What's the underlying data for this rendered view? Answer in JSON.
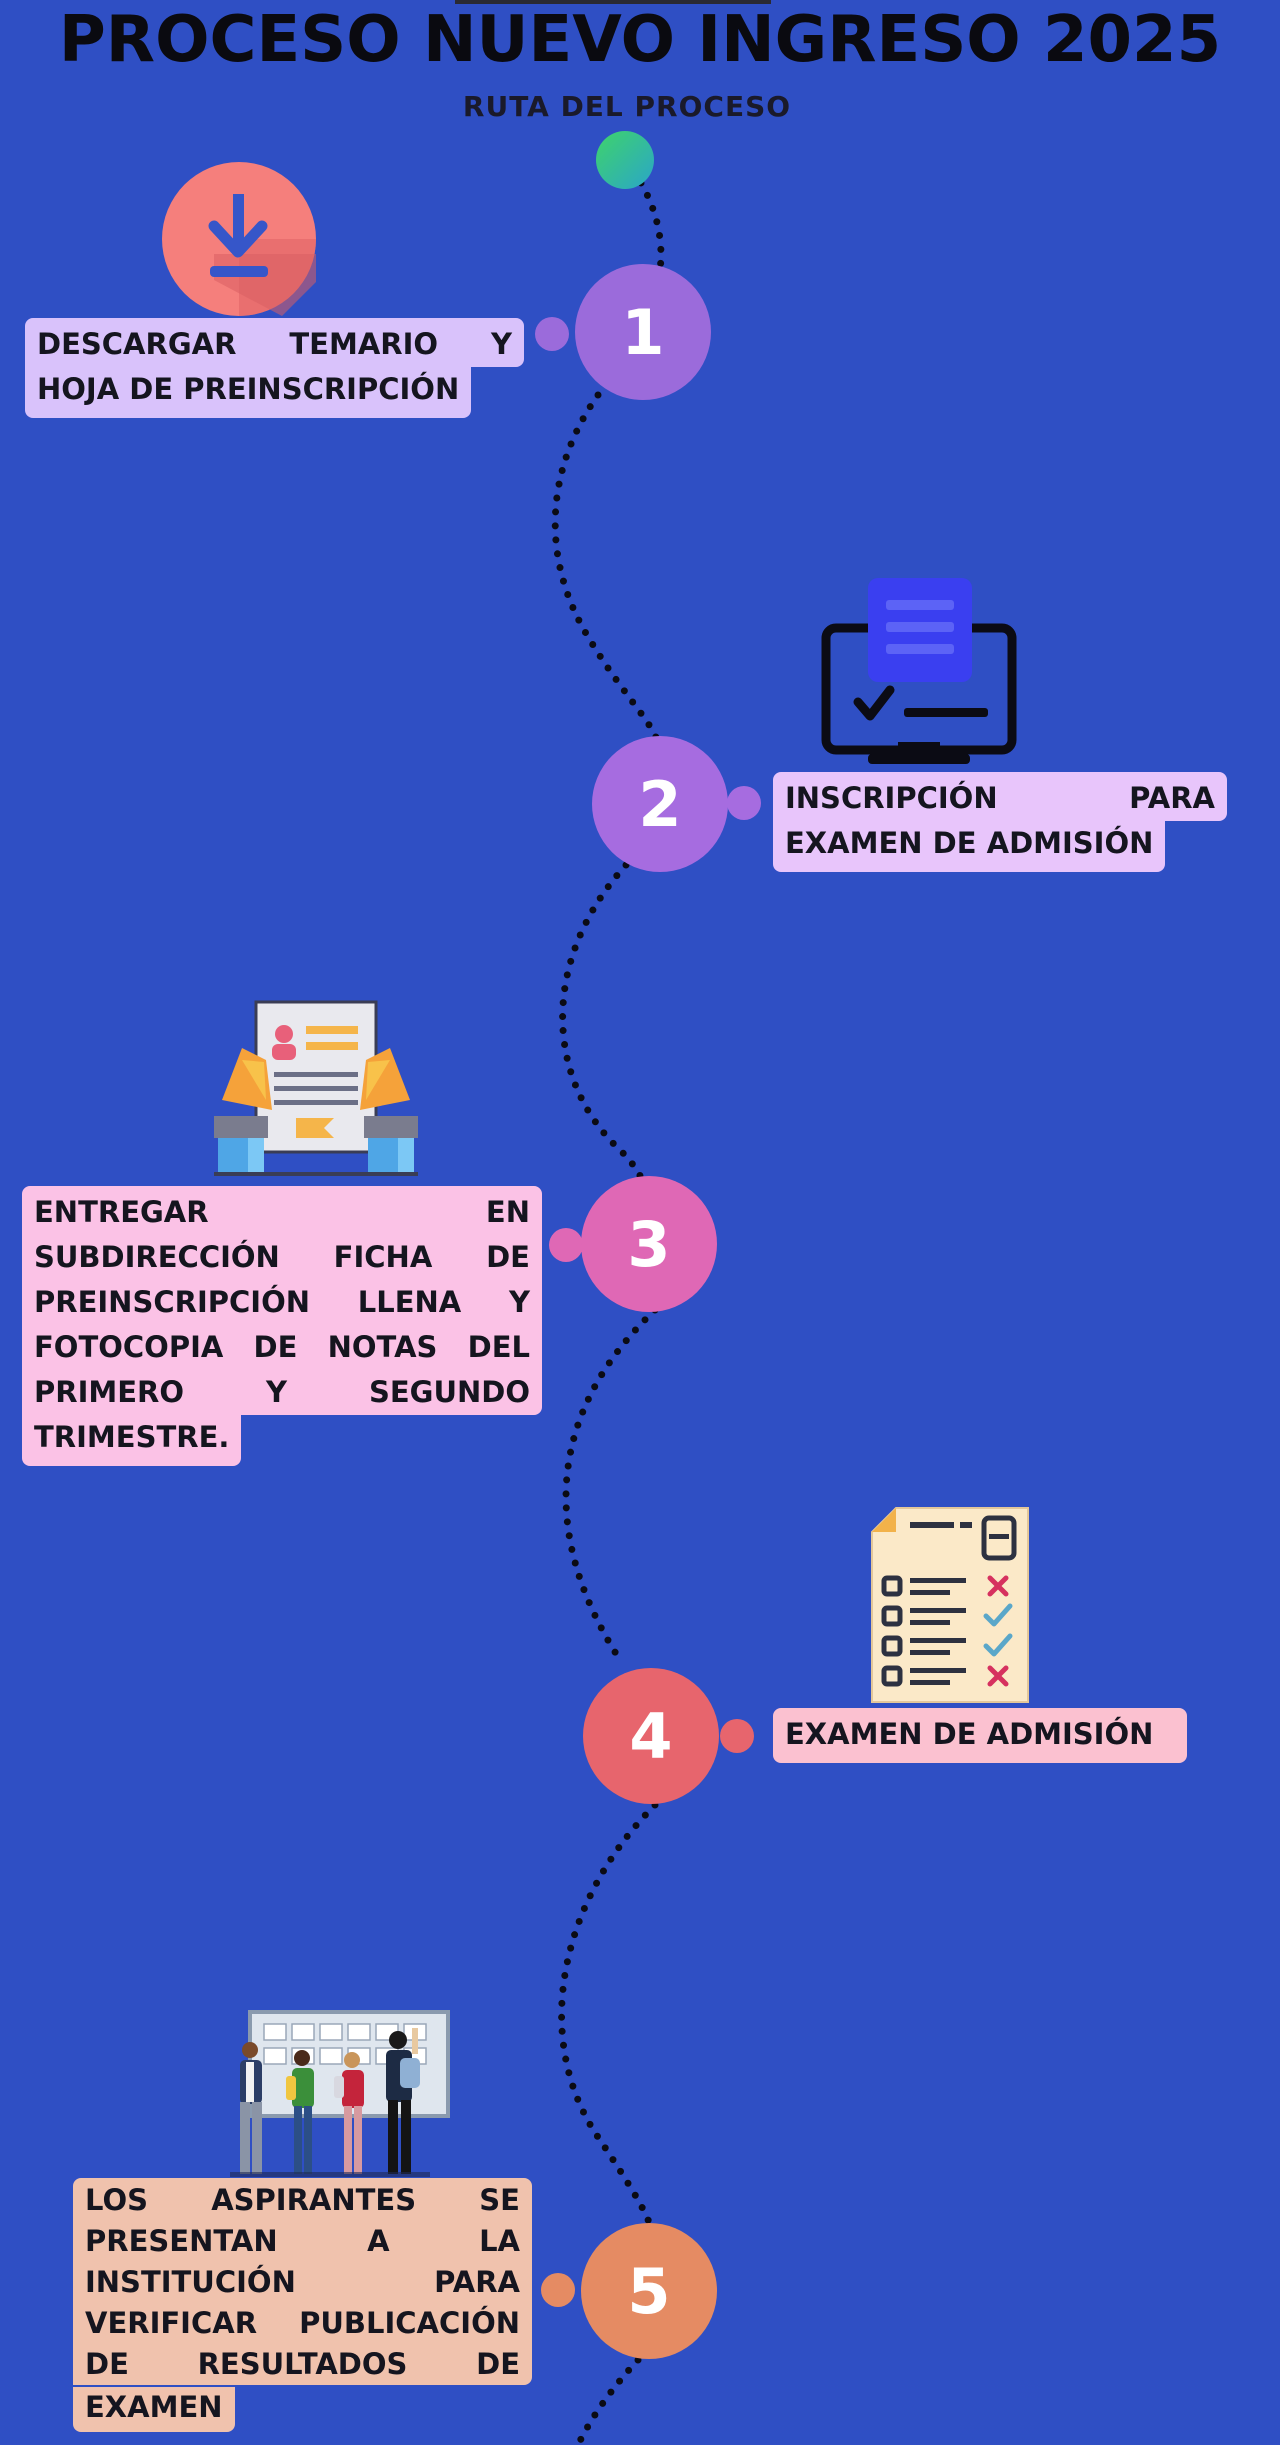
{
  "header": {
    "title": "PROCESO NUEVO INGRESO 2025",
    "subtitle": "RUTA DEL PROCESO"
  },
  "colors": {
    "background": "#2f4fc4",
    "step1": "#9b6bdb",
    "step2": "#a66ce0",
    "step3": "#df68b5",
    "step4": "#e7656d",
    "step5": "#e58b63",
    "box1": "#d9c2fb",
    "box2": "#e8c5fb",
    "box3": "#fbc2e6",
    "box4": "#fbc1d0",
    "box5": "#f0c2ad"
  },
  "steps": [
    {
      "number": "1",
      "icon": "download-icon",
      "lines": [
        "DESCARGAR TEMARIO Y",
        "HOJA DE PREINSCRIPCIÓN"
      ]
    },
    {
      "number": "2",
      "icon": "computer-form-icon",
      "lines": [
        "INSCRIPCIÓN PARA",
        "EXAMEN DE ADMISIÓN"
      ]
    },
    {
      "number": "3",
      "icon": "document-handover-icon",
      "lines": [
        "ENTREGAR EN",
        "SUBDIRECCIÓN FICHA DE",
        "PREINSCRIPCIÓN LLENA Y",
        "FOTOCOPIA DE NOTAS DEL",
        "PRIMERO Y SEGUNDO",
        "TRIMESTRE."
      ]
    },
    {
      "number": "4",
      "icon": "exam-checklist-icon",
      "lines": [
        "EXAMEN DE ADMISIÓN"
      ]
    },
    {
      "number": "5",
      "icon": "students-at-board-icon",
      "lines": [
        "LOS ASPIRANTES SE",
        "PRESENTAN A LA",
        "INSTITUCIÓN PARA",
        "VERIFICAR PUBLICACIÓN",
        "DE RESULTADOS DE",
        "EXAMEN"
      ]
    }
  ]
}
